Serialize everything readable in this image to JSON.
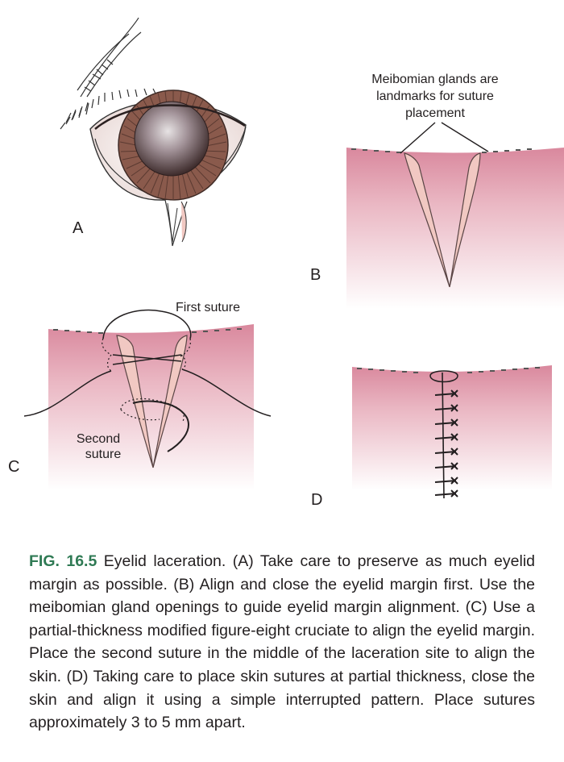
{
  "panels": {
    "a_label": "A",
    "b_label": "B",
    "c_label": "C",
    "d_label": "D"
  },
  "annotations": {
    "meibomian_line1": "Meibomian glands are",
    "meibomian_line2": "landmarks for suture",
    "meibomian_line3": "placement",
    "first_suture": "First suture",
    "second_suture_line1": "Second",
    "second_suture_line2": "suture"
  },
  "caption": {
    "figure_number": "FIG. 16.5",
    "text": "Eyelid laceration. (A) Take care to preserve as much eyelid margin as possible. (B) Align and close the eyelid margin first. Use the meibomian gland openings to guide eyelid margin alignment. (C) Use a partial-thickness modified figure-eight cruciate to align the eyelid margin. Place the second suture in the middle of the laceration site to align the skin. (D) Taking care to place skin sutures at partial thickness, close the skin and align it using a simple interrupted pattern. Place sutures approximately 3 to 5 mm apart."
  },
  "colors": {
    "caption_figure_number": "#2f7a54",
    "tissue_pink": "#e6a9b8",
    "wound_edge": "#f1c8c2",
    "iris_brown": "#8a5a4c"
  }
}
